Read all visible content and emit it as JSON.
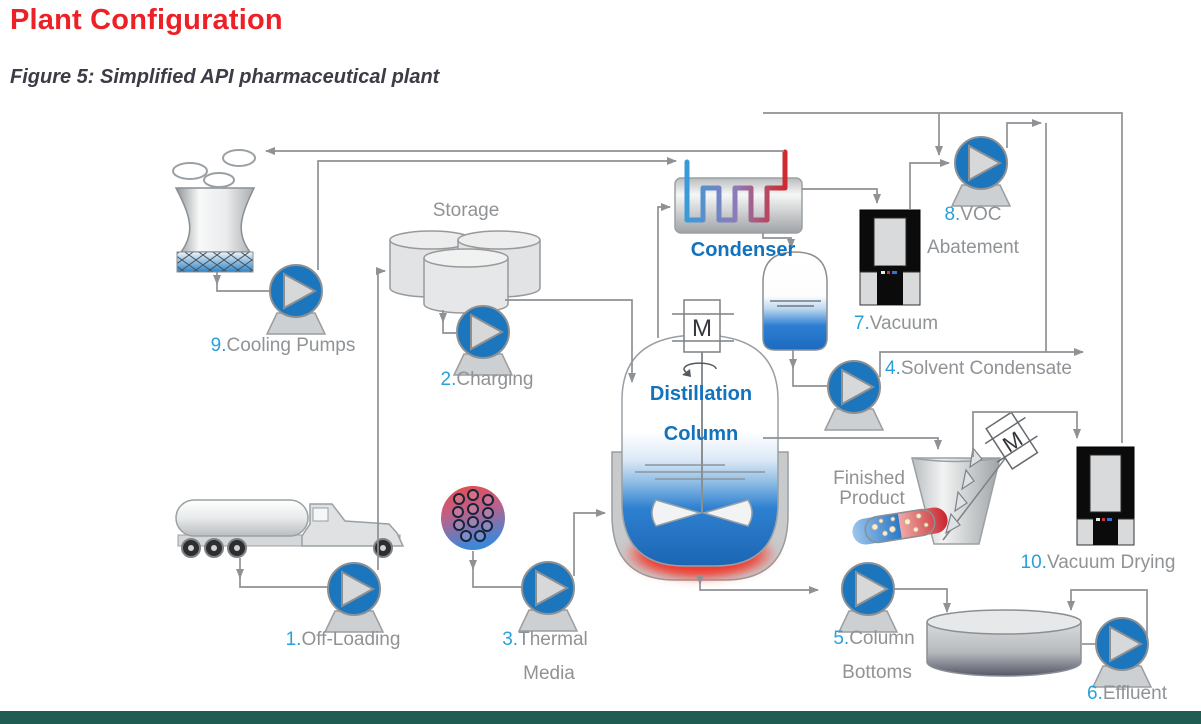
{
  "page": {
    "title": "Plant Configuration",
    "figure_caption": "Figure 5: Simplified API pharmaceutical plant"
  },
  "labels": {
    "storage": "Storage",
    "condenser": "Condenser",
    "distillation": {
      "line1": "Distillation",
      "line2": "Column"
    },
    "finished_product": {
      "line1": "Finished",
      "line2": "Product"
    },
    "motor": "M",
    "off_loading": {
      "num": "1.",
      "text": "Off-Loading"
    },
    "charging": {
      "num": "2.",
      "text": "Charging"
    },
    "thermal_media": {
      "num": "3.",
      "text": "Thermal",
      "text2": "Media"
    },
    "solvent_condensate": {
      "num": "4.",
      "text": "Solvent Condensate"
    },
    "column_bottoms": {
      "num": "5.",
      "text": "Column",
      "text2": "Bottoms"
    },
    "effluent": {
      "num": "6.",
      "text": "Effluent"
    },
    "vacuum": {
      "num": "7.",
      "text": "Vacuum"
    },
    "voc_abatement": {
      "num": "8.",
      "text": "VOC",
      "text2": "Abatement"
    },
    "cooling_pumps": {
      "num": "9.",
      "text": "Cooling Pumps"
    },
    "vacuum_drying": {
      "num": "10.",
      "text": "Vacuum Drying"
    }
  },
  "colors": {
    "title_red": "#ec2026",
    "caption_dark": "#3b3c45",
    "label_number_blue": "#2aa0db",
    "label_gray": "#8f9396",
    "heading_blue": "#1272bc",
    "pump_blue": "#1c76bd",
    "pipe_gray": "#8f9194",
    "bottom_bar_green": "#215c52"
  }
}
